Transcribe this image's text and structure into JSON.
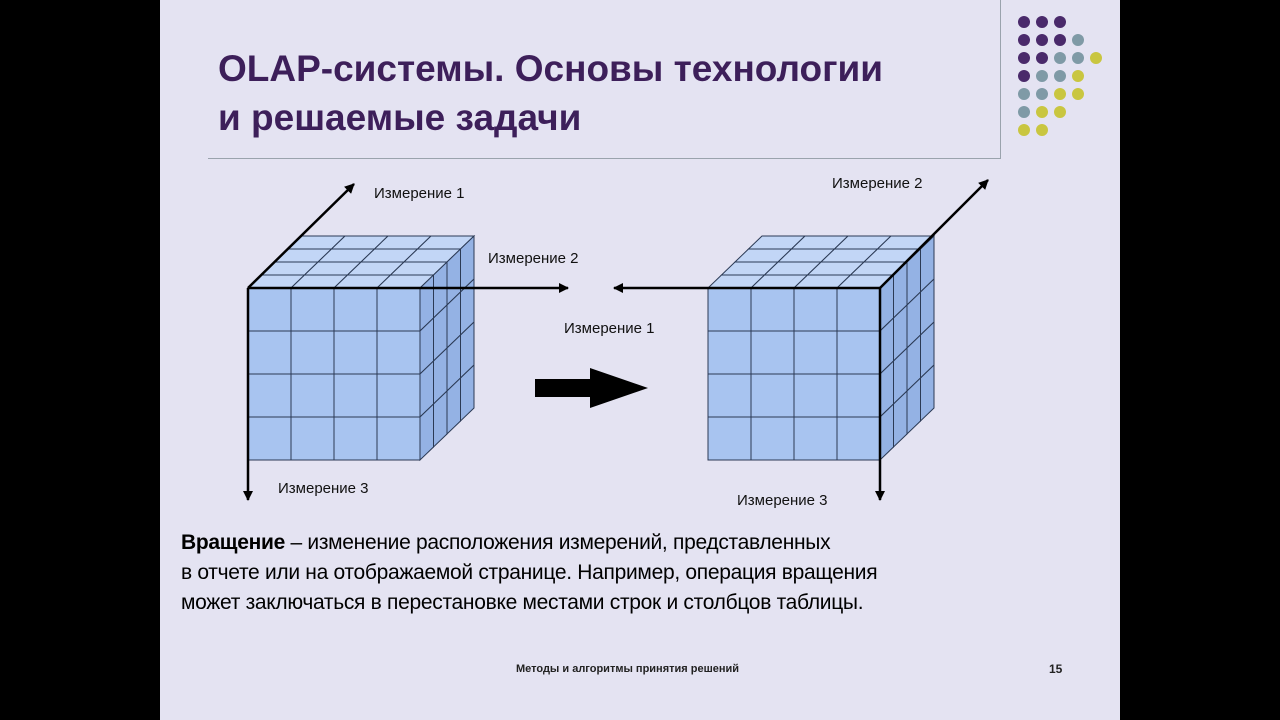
{
  "slide": {
    "title_line1": "OLAP-системы. Основы технологии",
    "title_line2": "и решаемые задачи",
    "body_term": "Вращение",
    "body_line1_rest": " – изменение расположения измерений, представленных",
    "body_line2": "в отчете или на отображаемой странице. Например, операция вращения",
    "body_line3": "может заключаться в перестановке местами строк и столбцов таблицы.",
    "footer": "Методы и алгоритмы принятия решений",
    "page_number": "15"
  },
  "diagram": {
    "left_cube": {
      "dim_up": "Измерение 1",
      "dim_right": "Измерение 2",
      "dim_down": "Измерение 3"
    },
    "right_cube": {
      "dim_up": "Измерение 2",
      "dim_left": "Измерение 1",
      "dim_down": "Измерение 3"
    }
  },
  "colors": {
    "slide_background": "#e4e3f2",
    "title": "#3d1f5a",
    "cube_front": "#a8c4f0",
    "cube_top": "#c2d6f6",
    "cube_side": "#94b2e4",
    "dot_purple": "#4a2a6b",
    "dot_gray": "#7f9aa6",
    "dot_yellow": "#c9c640"
  }
}
